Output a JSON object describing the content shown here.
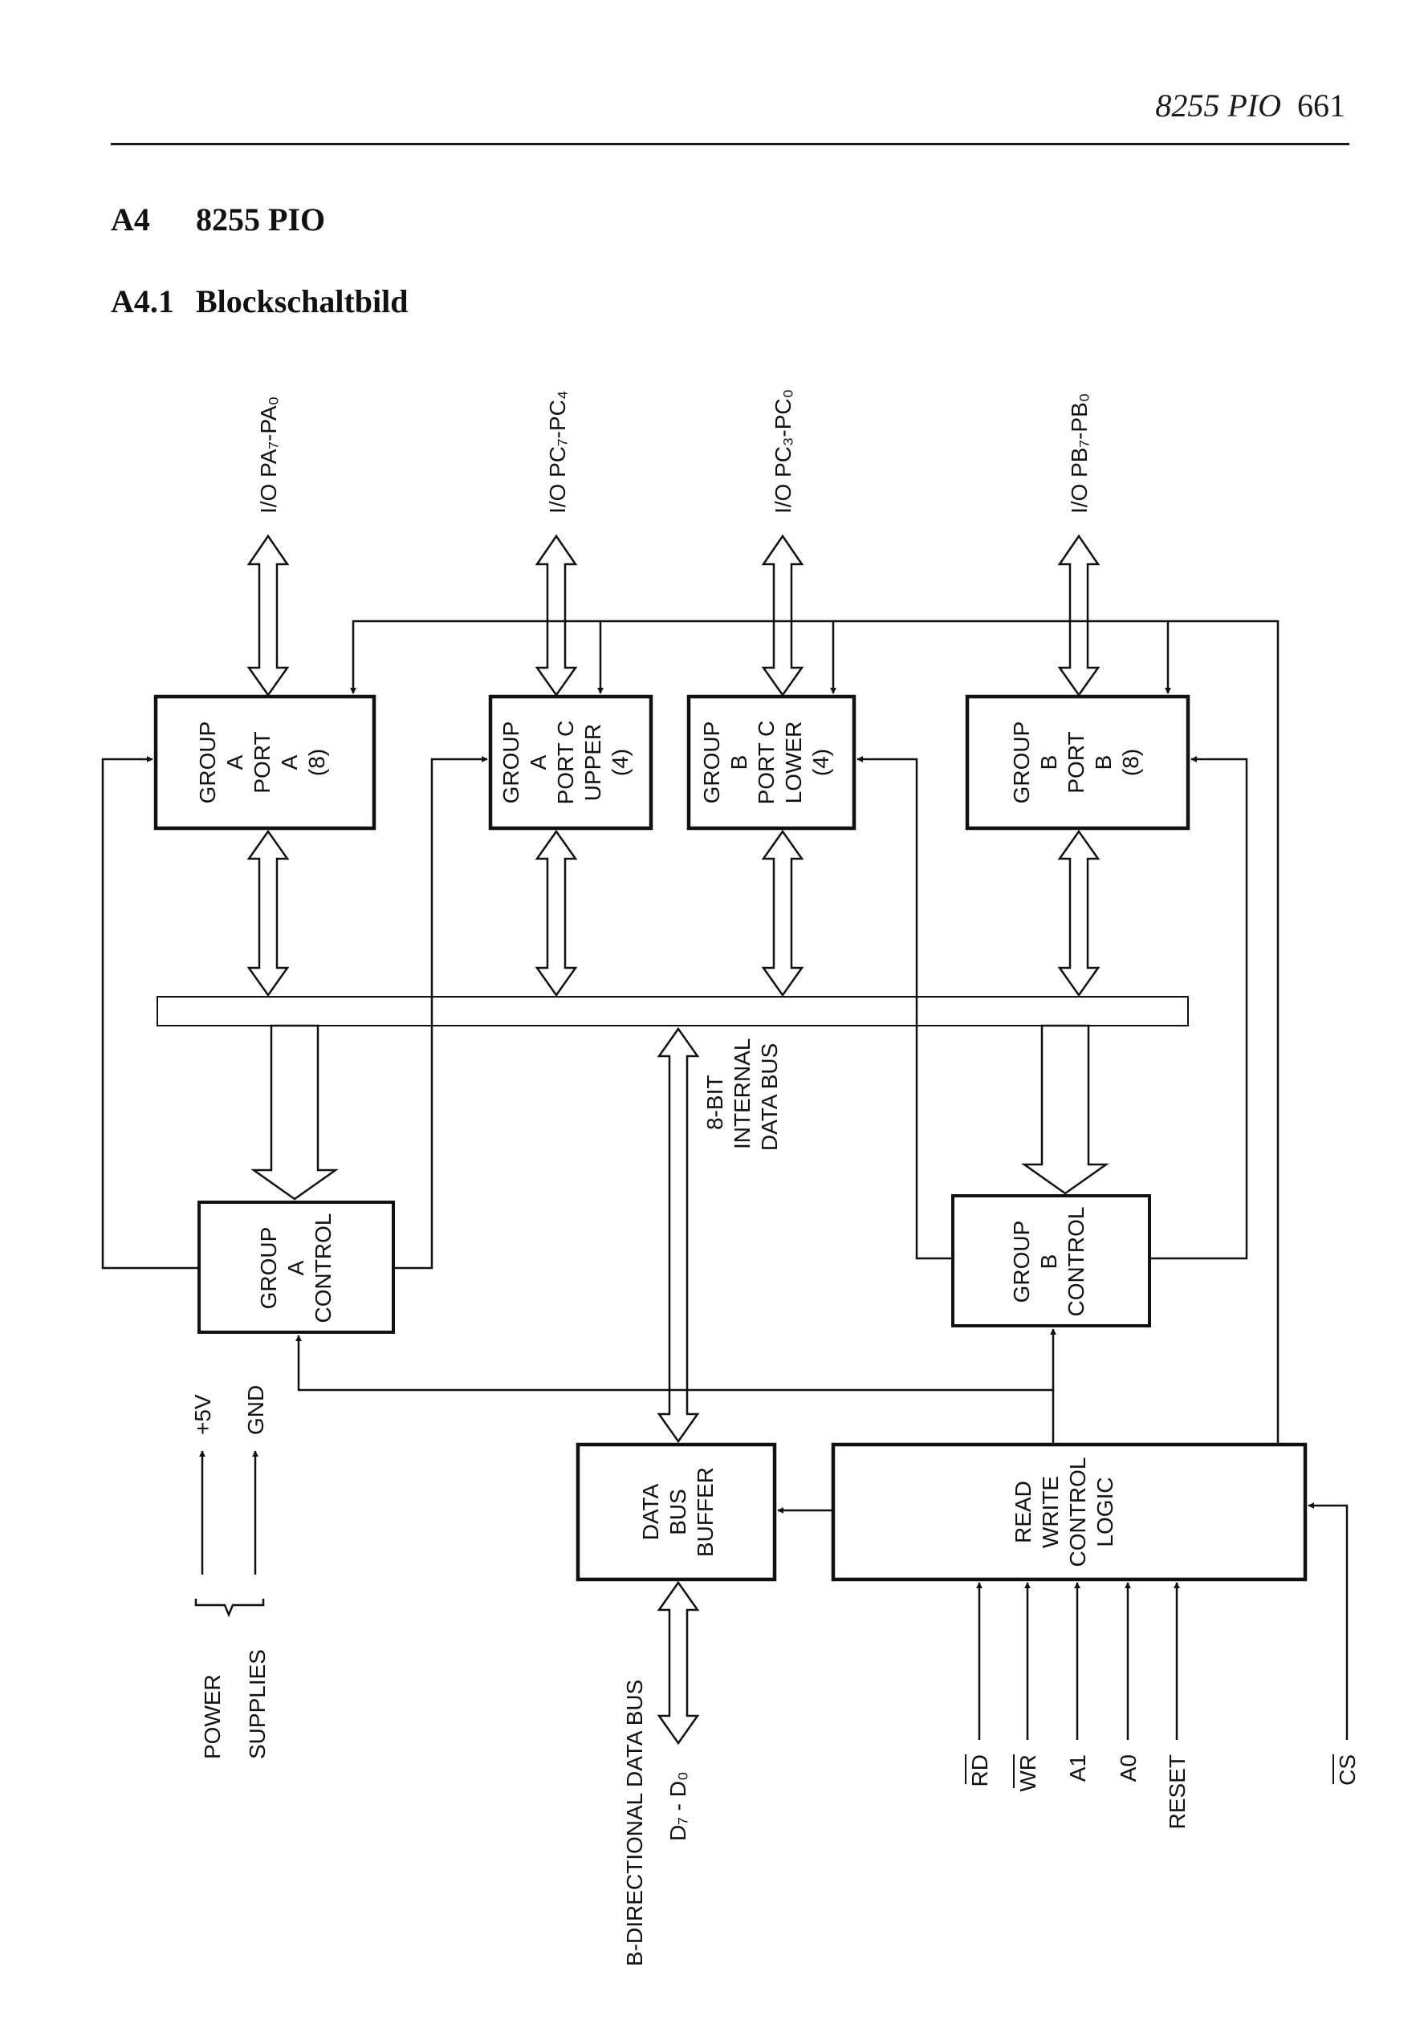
{
  "running_head": {
    "title": "8255 PIO",
    "page_number": "661"
  },
  "section": {
    "number": "A4",
    "title": "8255 PIO"
  },
  "subsection": {
    "number": "A4.1",
    "title": "Blockschaltbild"
  },
  "diagram": {
    "ports": {
      "pa": "I/O PA₇-PA₀",
      "pcu": "I/O PC₇-PC₄",
      "pcl": "I/O PC₃-PC₀",
      "pb": "I/O PB₇-PB₀"
    },
    "blocks": {
      "group_a_port_a": [
        "GROUP",
        "A",
        "PORT",
        "A",
        "(8)"
      ],
      "group_a_port_c_upper": [
        "GROUP",
        "A",
        "PORT C",
        "UPPER",
        "(4)"
      ],
      "group_b_port_c_lower": [
        "GROUP",
        "B",
        "PORT C",
        "LOWER",
        "(4)"
      ],
      "group_b_port_b": [
        "GROUP",
        "B",
        "PORT",
        "B",
        "(8)"
      ],
      "group_a_control": [
        "GROUP",
        "A",
        "CONTROL"
      ],
      "group_b_control": [
        "GROUP",
        "B",
        "CONTROL"
      ],
      "data_bus_buffer": [
        "DATA",
        "BUS",
        "BUFFER"
      ],
      "read_write_control_logic": [
        "READ",
        "WRITE",
        "CONTROL",
        "LOGIC"
      ]
    },
    "internal_bus": [
      "8-BIT",
      "INTERNAL",
      "DATA BUS"
    ],
    "power": {
      "plus5v": "+5V",
      "gnd": "GND",
      "label": [
        "POWER",
        "SUPPLIES"
      ]
    },
    "data_bus": {
      "label": "B-DIRECTIONAL DATA BUS",
      "pins": "D₇ - D₀"
    },
    "control_inputs": [
      "RD",
      "WR",
      "A1",
      "A0",
      "RESET"
    ],
    "chip_select": "CS"
  }
}
